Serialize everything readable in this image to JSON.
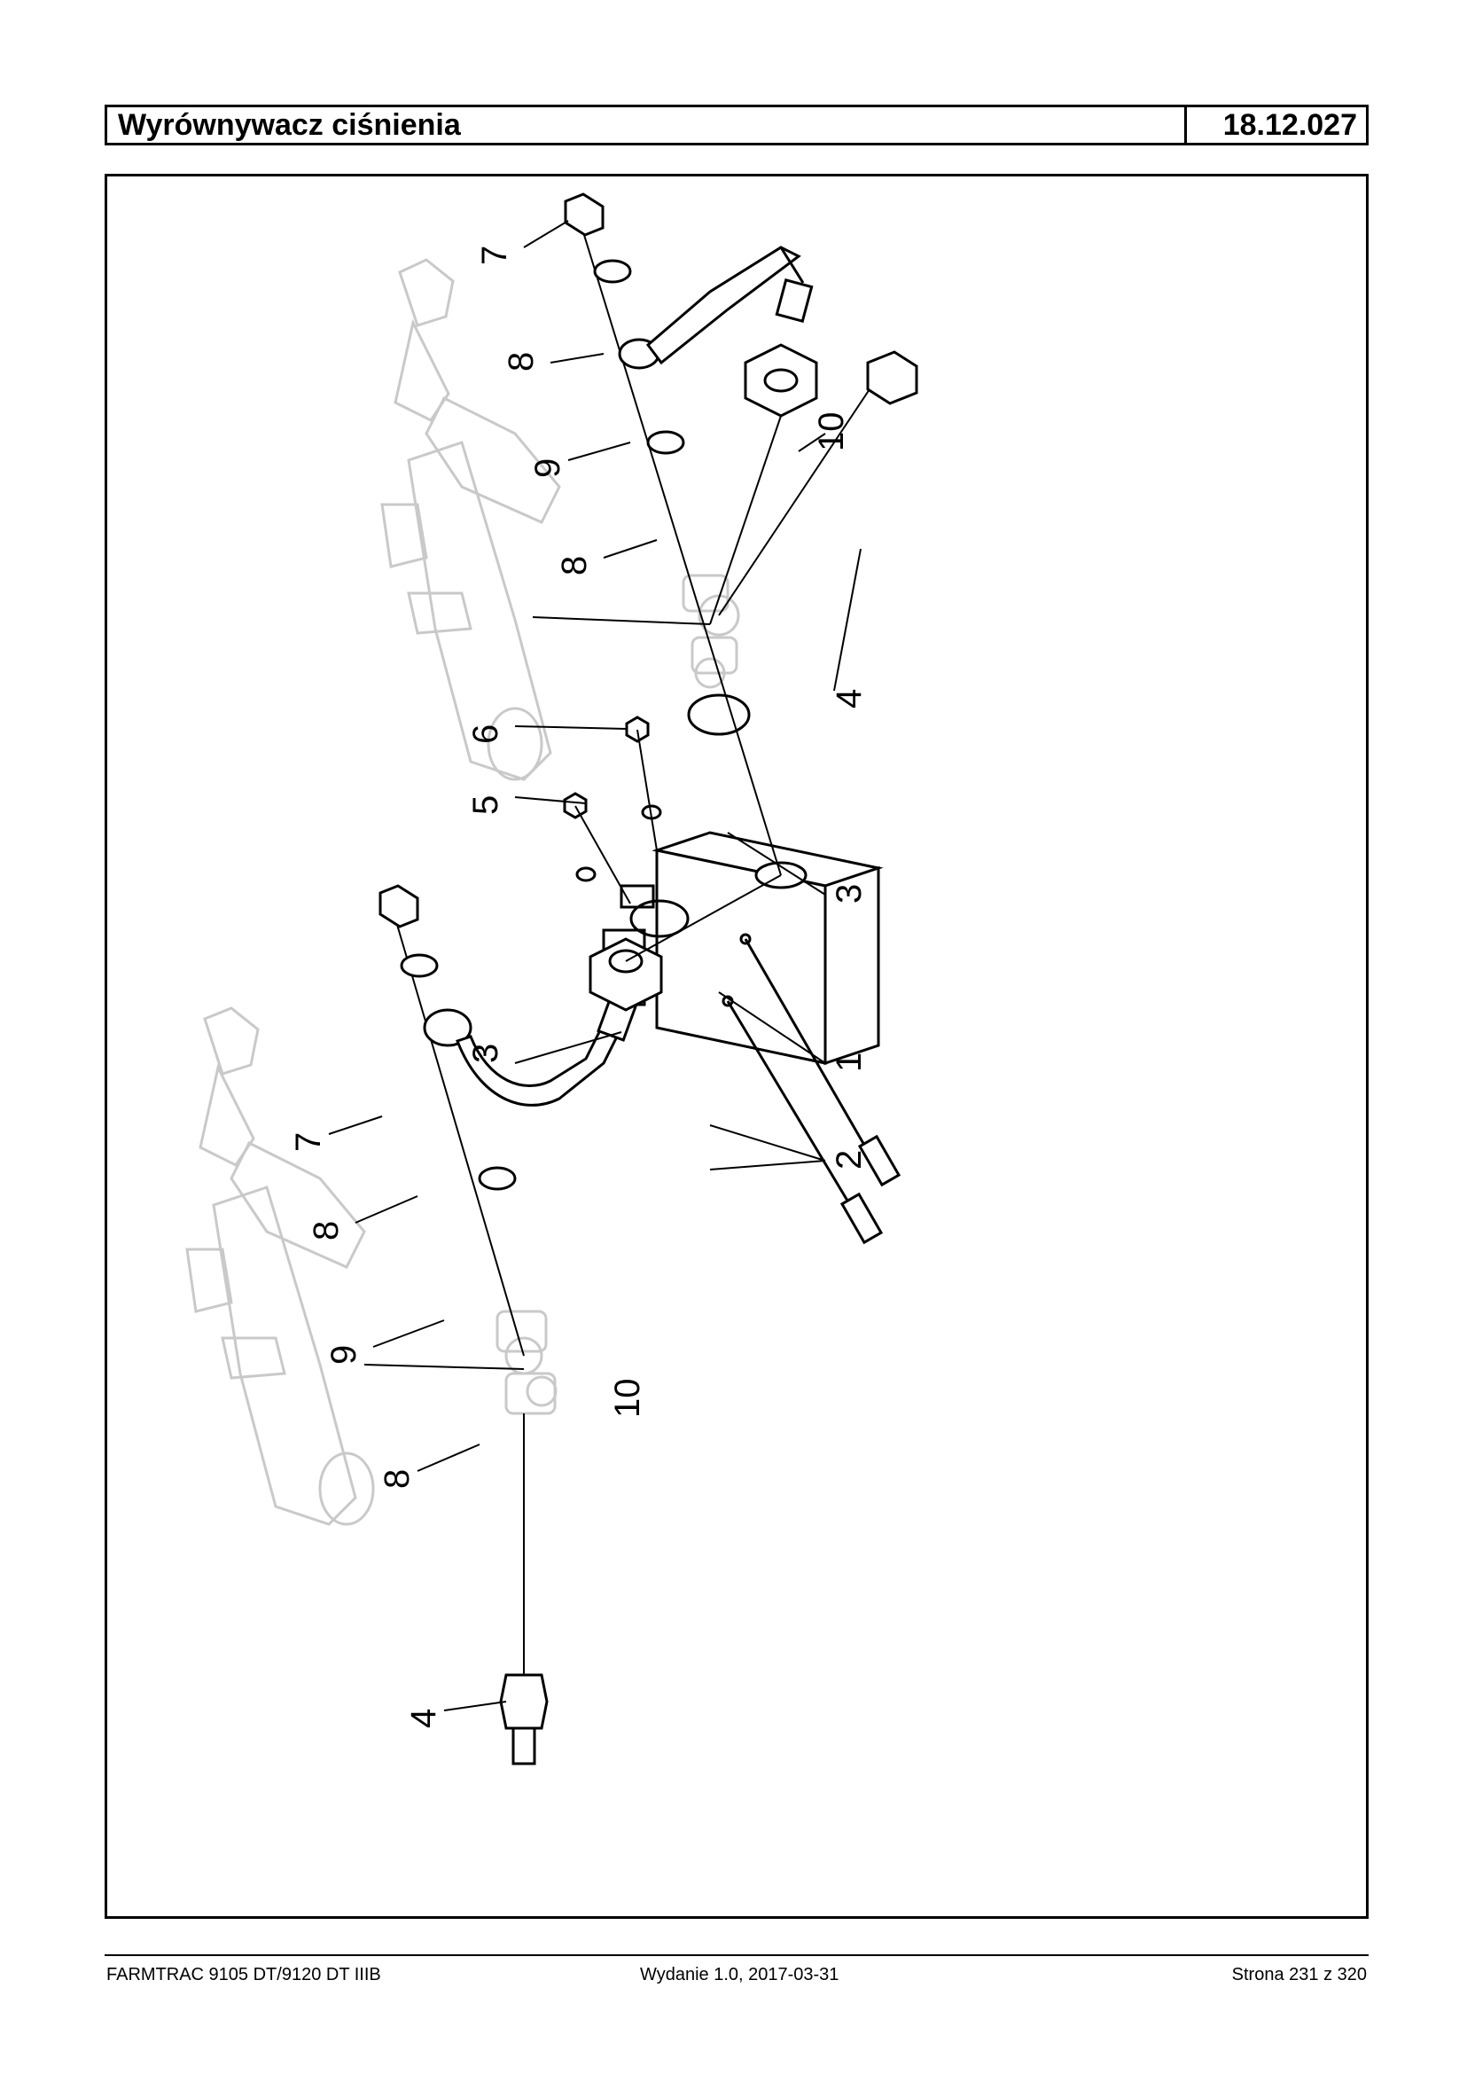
{
  "header": {
    "title": "Wyrównywacz ciśnienia",
    "code": "18.12.027"
  },
  "callouts": {
    "c1": "1",
    "c2": "2",
    "c3_upper": "3",
    "c3_lower": "3",
    "c4_upper": "4",
    "c4_lower": "4",
    "c5": "5",
    "c6": "6",
    "c7_upper": "7",
    "c7_lower": "7",
    "c8_a": "8",
    "c8_b": "8",
    "c8_c": "8",
    "c8_d": "8",
    "c9_upper": "9",
    "c9_lower": "9",
    "c10_upper": "10",
    "c10_lower": "10"
  },
  "footer": {
    "left": "FARMTRAC 9105 DT/9120 DT IIIB",
    "center": "Wydanie 1.0,  2017-03-31",
    "right": "Strona 231 z 320"
  }
}
